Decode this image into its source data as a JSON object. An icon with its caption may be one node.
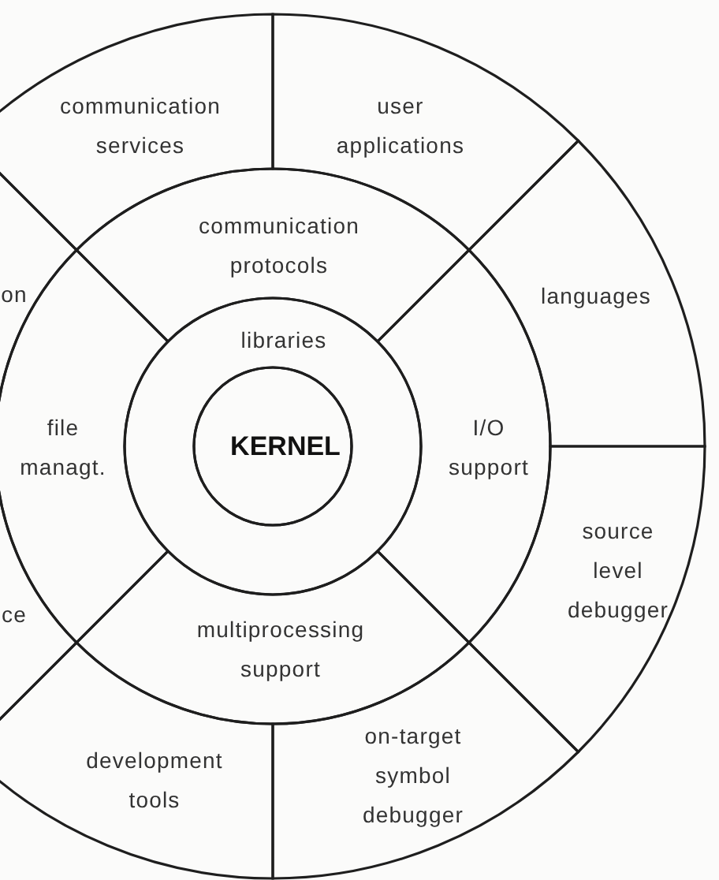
{
  "diagram": {
    "nodes": [
      {
        "text": [
          "KERNEL"
        ],
        "in": 1
      },
      {
        "text": [
          "libraries"
        ]
      },
      {
        "text": [
          "communication protocols"
        ]
      },
      {
        "text": [
          "I/O support"
        ]
      },
      {
        "text": [
          "multiprocessing support"
        ]
      },
      {
        "text": [
          "file managt."
        ]
      },
      {
        "text": [
          "communication services"
        ]
      },
      {
        "text": [
          "user applications"
        ]
      },
      {
        "text": [
          "languages"
        ]
      },
      {
        "text": [
          "source level debugger"
        ]
      },
      {
        "text": [
          "on-target symbol debugger"
        ]
      },
      {
        "text": [
          "development tools"
        ]
      },
      {
        "text": [
          "ce"
        ]
      },
      {
        "text": [
          "on"
        ]
      }
    ]
  }
}
